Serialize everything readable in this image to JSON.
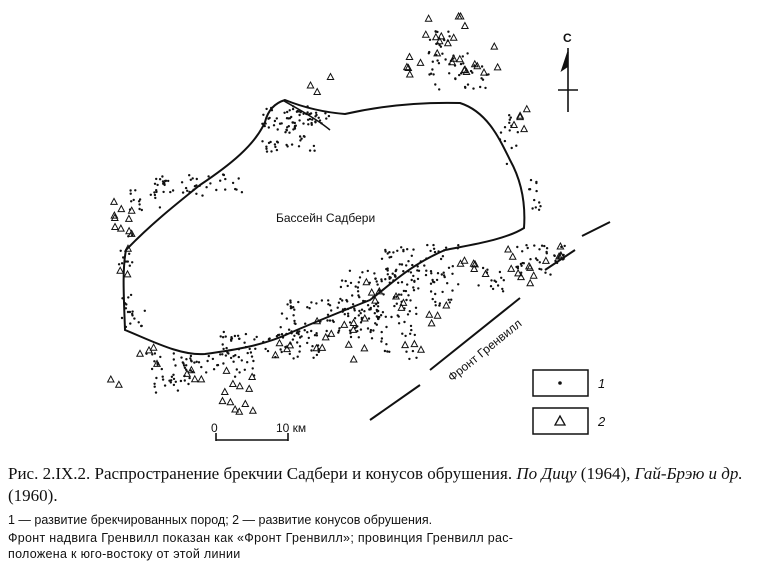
{
  "map": {
    "basin_label": "Бассейн Садбери",
    "front_label": "Фронт Гренвилл",
    "north_label": "С",
    "scale": {
      "start": "0",
      "end": "10 км"
    },
    "legend": [
      {
        "number": "1",
        "symbol": "dot"
      },
      {
        "number": "2",
        "symbol": "triangle"
      }
    ],
    "colors": {
      "ink": "#111111",
      "paper": "#ffffff"
    }
  },
  "caption": {
    "figure_id": "Рис. 2.IX.2.",
    "title": "Распространение брекчии Садбери и конусов обрушения.",
    "source_1_prefix": "По",
    "source_1_name": "Дицу",
    "source_1_year": "(1964),",
    "source_2_name": "Гай-Брэю и др.",
    "source_2_year": "(1960).",
    "legend_line": "1 — развитие брекчированных пород; 2 — развитие конусов обрушения.",
    "note_line_1": "Фронт надвига Гренвилл показан как «Фронт Гренвилл»; провинция Гренвилл рас-",
    "note_line_2": "положена к юго-востоку от этой линии"
  }
}
